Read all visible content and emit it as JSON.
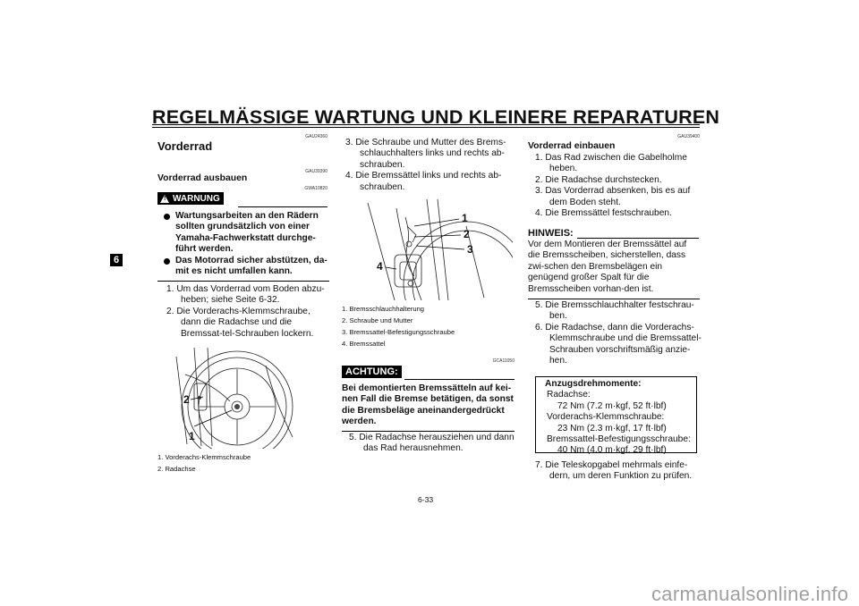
{
  "header": {
    "title": "REGELMÄSSIGE WARTUNG UND KLEINERE REPARATUREN",
    "chapter_tab": "6"
  },
  "col1": {
    "code1": "GAU24360",
    "section_title": "Vorderrad",
    "code2": "GAU39390",
    "subsection_title": "Vorderrad ausbauen",
    "warning_label": "WARNUNG",
    "code3": "GWA10820",
    "warnings": [
      "Wartungsarbeiten an den Rädern sollten grundsätzlich von einer Yamaha-Fachwerkstatt durchge-führt werden.",
      "Das Motorrad sicher abstützen, da-mit es nicht umfallen kann."
    ],
    "steps": [
      "1. Um das Vorderrad vom Boden abzu-heben; siehe Seite 6-32.",
      "2. Die Vorderachs-Klemmschraube, dann die Radachse und die Bremssat-tel-Schrauben lockern."
    ],
    "fig_labels": [
      "2",
      "1"
    ],
    "captions": [
      "1.  Vorderachs-Klemmschraube",
      "2.  Radachse"
    ]
  },
  "col2": {
    "steps": [
      "3. Die Schraube und Mutter des Brems-schlauchhalters links und rechts ab-schrauben.",
      "4. Die Bremssättel links und rechts ab-schrauben."
    ],
    "fig_labels": [
      "1",
      "2",
      "3",
      "4"
    ],
    "captions": [
      "1.  Bremsschlauchhalterung",
      "2.  Schraube und Mutter",
      "3.  Bremssattel-Befestigungsschraube",
      "4.  Bremssattel"
    ],
    "code": "GCA11050",
    "caution_label": "ACHTUNG:",
    "caution_text": "Bei demontierten Bremssätteln auf kei-nen Fall die Bremse betätigen, da sonst die Bremsbeläge aneinandergedrückt werden.",
    "step5": "5. Die Radachse herausziehen und dann das Rad herausnehmen."
  },
  "col3": {
    "code": "GAU39400",
    "subsection_title": "Vorderrad einbauen",
    "steps": [
      "1. Das Rad zwischen die Gabelholme heben.",
      "2. Die Radachse durchstecken.",
      "3. Das Vorderrad absenken, bis es auf dem Boden steht.",
      "4. Die Bremssättel festschrauben."
    ],
    "note_label": "HINWEIS:",
    "note_text": "Vor dem Montieren der Bremssättel auf die Bremsscheiben, sicherstellen, dass zwi-schen den Bremsbelägen ein genügend großer Spalt für die Bremsscheiben vorhan-den ist.",
    "steps2": [
      "5. Die Bremsschlauchhalter festschrau-ben.",
      "6. Die Radachse, dann die Vorderachs-Klemmschraube und die Bremssattel-Schrauben vorschriftsmäßig anzie-hen."
    ],
    "torque": {
      "title": "Anzugsdrehmomente:",
      "items": [
        {
          "name": "Radachse:",
          "value": "72 Nm (7.2 m·kgf, 52 ft·lbf)"
        },
        {
          "name": "Vorderachs-Klemmschraube:",
          "value": "23 Nm (2.3 m·kgf, 17 ft·lbf)"
        },
        {
          "name": "Bremssattel-Befestigungsschraube:",
          "value": "40 Nm (4.0 m·kgf, 29 ft·lbf)"
        }
      ]
    },
    "step7": "7. Die Teleskopgabel mehrmals einfe-dern, um deren Funktion zu prüfen."
  },
  "footer": {
    "page_number": "6-33",
    "watermark": "carmanualsonline.info"
  }
}
